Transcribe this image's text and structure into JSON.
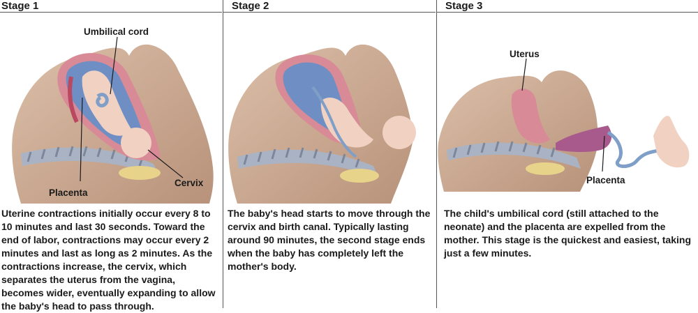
{
  "stages": [
    {
      "title": "Stage 1",
      "labels": {
        "umbilical_cord": "Umbilical cord",
        "placenta": "Placenta",
        "cervix": "Cervix"
      },
      "description": "Uterine contractions initially occur every 8 to 10 minutes and last 30 seconds. Toward the end of labor, contractions may occur every 2 minutes and last as long as 2 minutes. As the contractions increase, the cervix, which separates the uterus from the vagina, becomes wider, eventually expanding to allow the baby's head to pass through."
    },
    {
      "title": "Stage 2",
      "description": "The baby's head starts to move through the cervix and birth canal. Typically lasting around 90 minutes, the second stage ends when the baby has completely left the mother's body."
    },
    {
      "title": "Stage 3",
      "labels": {
        "uterus": "Uterus",
        "placenta": "Placenta"
      },
      "description": "The child's umbilical cord (still attached to the neonate) and the placenta are expelled from the mother. This stage is the quickest and easiest, taking just a few minutes."
    }
  ],
  "colors": {
    "background": "#ffffff",
    "skin": "#c9a78f",
    "uterus_wall": "#d98a97",
    "amniotic_fluid": "#6f8fc4",
    "cord": "#7f9fc9",
    "fat_tissue": "#e8d38a",
    "spine": "#a9b3c4",
    "baby_skin": "#f1d2c2"
  }
}
